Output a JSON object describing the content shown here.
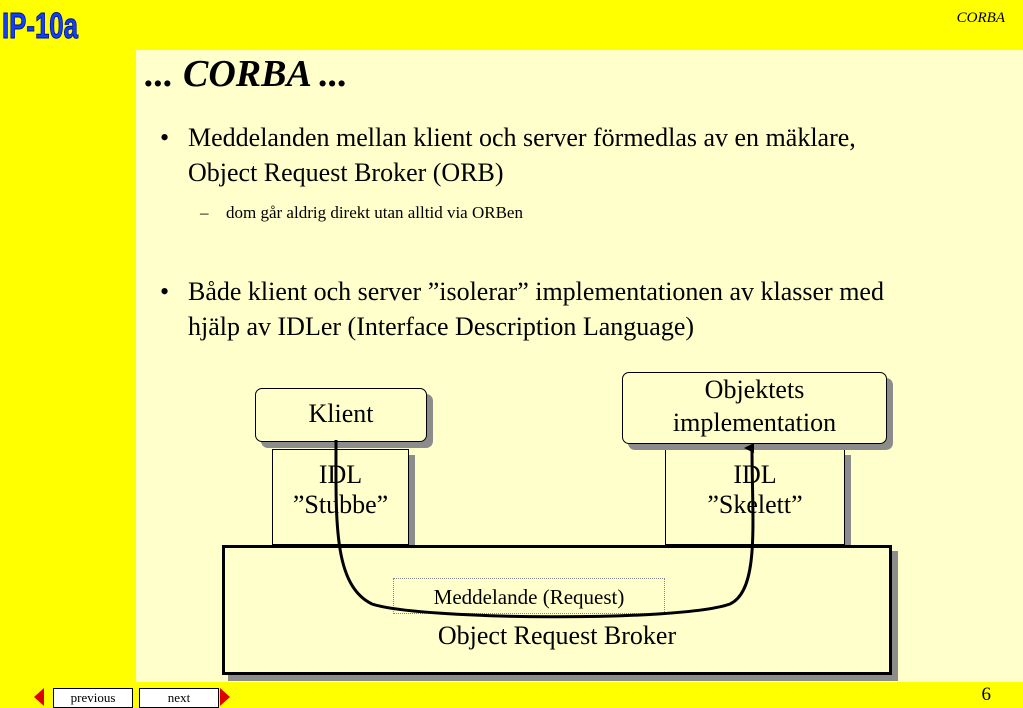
{
  "header": {
    "logo_text": "IP-10a",
    "title": "CORBA"
  },
  "slide": {
    "title": "... CORBA ...",
    "bullets": [
      {
        "text": "Meddelanden mellan klient och server förmedlas av en mäklare, Object Request Broker (ORB)",
        "sub": "dom går aldrig direkt utan alltid via ORBen"
      },
      {
        "text": "Både klient och server ”isolerar” implementationen av klasser med hjälp av IDLer (Interface Description Language)"
      }
    ],
    "bullet_glyph": "•",
    "sub_glyph": "–"
  },
  "diagram": {
    "client": "Klient",
    "impl_line1": "Objektets",
    "impl_line2": "implementation",
    "stub_line1": "IDL",
    "stub_line2": "”Stubbe”",
    "skel_line1": "IDL",
    "skel_line2": "”Skelett”",
    "request": "Meddelande (Request)",
    "orb": "Object Request Broker"
  },
  "nav": {
    "previous": "previous",
    "next": "next"
  },
  "page_number": "6",
  "colors": {
    "background": "#ffff00",
    "slide": "#ffffcc",
    "logo": "#1040ff",
    "nav_arrow": "#e00000"
  }
}
